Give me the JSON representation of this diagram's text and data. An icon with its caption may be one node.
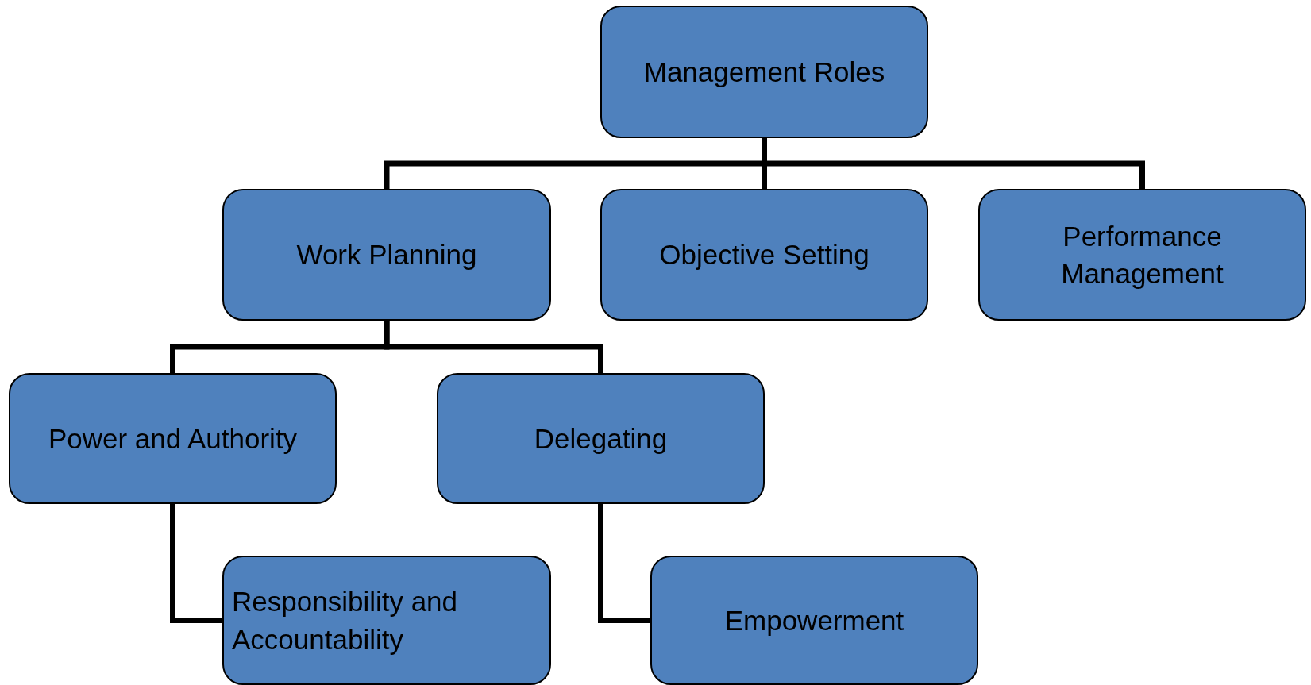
{
  "diagram": {
    "nodes": [
      {
        "text": [
          "Management Roles"
        ]
      },
      {
        "text": [
          "Work Planning"
        ]
      },
      {
        "text": [
          "Objective Setting"
        ]
      },
      {
        "text": [
          "Performance Management"
        ]
      },
      {
        "text": [
          "Power and Authority"
        ]
      },
      {
        "text": [
          "Delegating"
        ]
      },
      {
        "text": [
          "Responsibility and Accountability"
        ]
      },
      {
        "text": [
          "Empowerment"
        ]
      }
    ],
    "edges": [
      {
        "from": 0,
        "to": 1,
        "arrow": "none"
      },
      {
        "from": 0,
        "to": 2,
        "arrow": "none"
      },
      {
        "from": 0,
        "to": 3,
        "arrow": "none"
      },
      {
        "from": 1,
        "to": 4,
        "arrow": "none"
      },
      {
        "from": 1,
        "to": 5,
        "arrow": "none"
      },
      {
        "from": 4,
        "to": 6,
        "arrow": "none"
      },
      {
        "from": 5,
        "to": 7,
        "arrow": "none"
      }
    ]
  }
}
